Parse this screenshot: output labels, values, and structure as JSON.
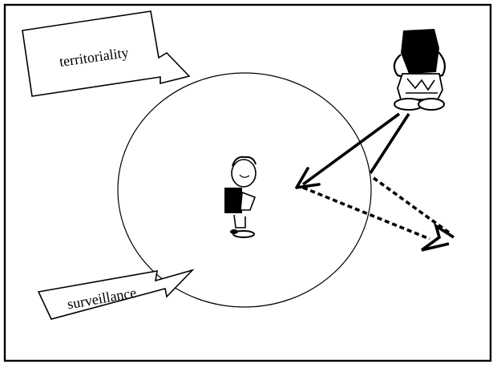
{
  "diagram": {
    "labels": {
      "territoriality": "territoriality",
      "surveillance": "surveillance"
    },
    "colors": {
      "stroke": "#000000",
      "background": "#ffffff"
    },
    "figures": {
      "inner": "person-inside-territory",
      "outer": "person-observing"
    }
  }
}
